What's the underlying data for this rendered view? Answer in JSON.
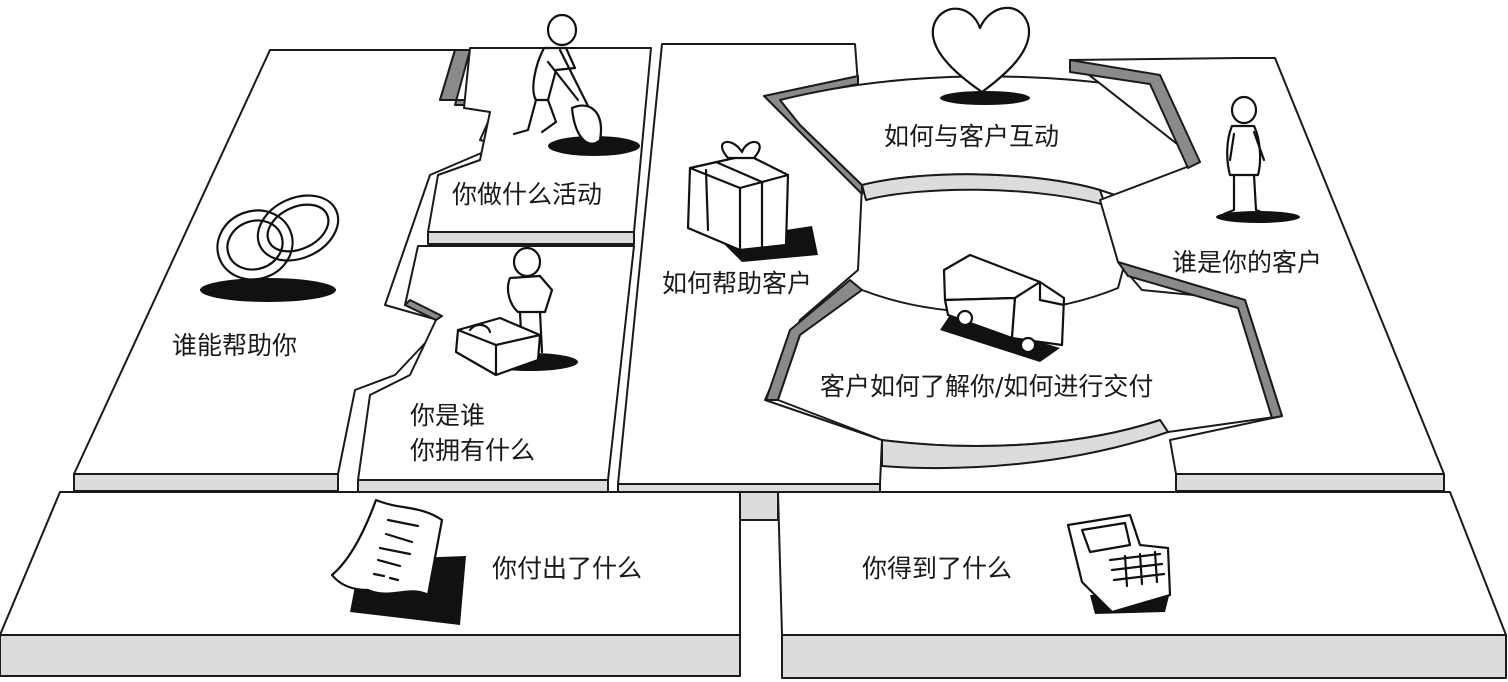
{
  "blocks": {
    "partners": {
      "label": "谁能帮助你",
      "icon": "interlocked-rings-icon"
    },
    "activities": {
      "label": "你做什么活动",
      "icon": "digging-person-icon"
    },
    "resources": {
      "label_line1": "你是谁",
      "label_line2": "你拥有什么",
      "icon": "person-with-box-icon"
    },
    "value": {
      "label": "如何帮助客户",
      "icon": "gift-box-icon"
    },
    "relationships": {
      "label": "如何与客户互动",
      "icon": "heart-icon"
    },
    "channels": {
      "label": "客户如何了解你/如何进行交付",
      "icon": "delivery-truck-icon"
    },
    "segments": {
      "label": "谁是你的客户",
      "icon": "standing-person-icon"
    },
    "costs": {
      "label": "你付出了什么",
      "icon": "receipt-paper-icon"
    },
    "revenue": {
      "label": "你得到了什么",
      "icon": "cash-register-icon"
    }
  },
  "colors": {
    "ink": "#1a1a1a",
    "surface": "#ffffff",
    "edge": "#dcdcdc",
    "dark_edge": "#8a8a8a"
  }
}
